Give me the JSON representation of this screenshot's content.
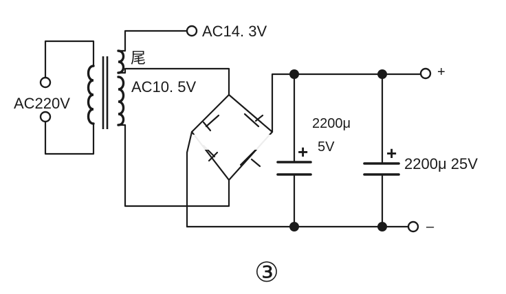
{
  "labels": {
    "input_voltage": "AC220V",
    "tap_voltage": "AC14. 3V",
    "secondary_tail": "尾",
    "secondary_voltage": "AC10. 5V",
    "cap1_value": "2200μ",
    "cap1_voltage_partial": "5V",
    "cap2_value": "2200μ 25V",
    "output_positive": "+",
    "output_negative": "–",
    "figure_number": "③",
    "cap1_plus": "+",
    "cap2_plus": "+"
  },
  "colors": {
    "ink": "#1a1a1a",
    "paper": "#ffffff"
  }
}
